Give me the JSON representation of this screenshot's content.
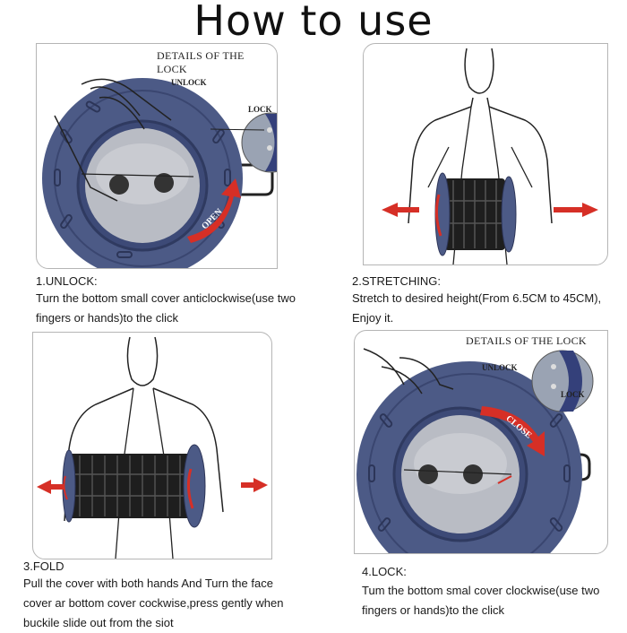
{
  "title": "How to use",
  "lock_details": {
    "heading": "DETAILS OF THE LOCK",
    "unlock": "UNLOCK",
    "lock": "LOCK"
  },
  "arrows": {
    "open": "OPEN",
    "close": "CLOSE"
  },
  "colors": {
    "stool_blue": "#4c5a86",
    "arrow_red": "#d62f26",
    "body_black": "#1e1e1e"
  },
  "steps": [
    {
      "title": "1.UNLOCK:",
      "lines": [
        "Turn the bottom small cover anticlockwise(use two",
        "fingers or hands)to the click"
      ]
    },
    {
      "title": "2.STRETCHING:",
      "lines": [
        "Stretch to desired height(From 6.5CM to 45CM),",
        "Enjoy it."
      ]
    },
    {
      "title": "3.FOLD",
      "lines": [
        "Pull the cover with both hands And Turn the face",
        "cover ar bottom cover cockwise,press gently when",
        "buckile slide out from the siot"
      ]
    },
    {
      "title": "4.LOCK:",
      "lines": [
        "Tum the bottom smal cover clockwise(use two",
        "fingers or hands)to the click"
      ]
    }
  ]
}
